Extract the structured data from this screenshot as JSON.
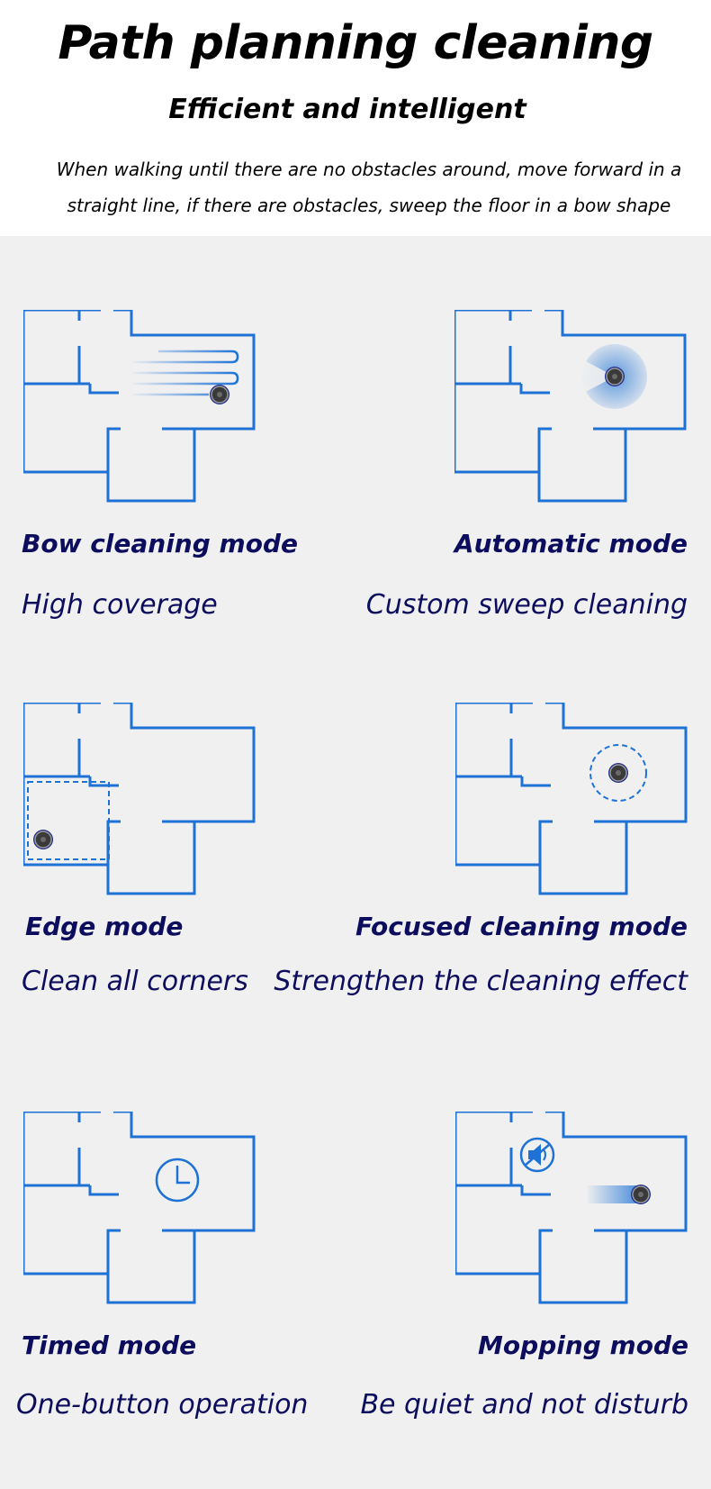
{
  "header": {
    "title": "Path planning cleaning",
    "subtitle": "Efficient and intelligent",
    "description": "When walking until there are no obstacles around, move forward in a straight line, if there are obstacles, sweep the floor in a bow shape"
  },
  "colors": {
    "wall": "#1e72d6",
    "title_text": "#0d0d5e",
    "panel_bg": "#f0f0f0"
  },
  "modes": [
    {
      "title": "Bow cleaning mode",
      "subtitle": "High coverage",
      "icon": "bow-path-icon"
    },
    {
      "title": "Automatic mode",
      "subtitle": "Custom sweep cleaning",
      "icon": "radar-icon"
    },
    {
      "title": "Edge mode",
      "subtitle": "Clean all corners",
      "icon": "edge-path-icon"
    },
    {
      "title": "Focused cleaning mode",
      "subtitle": "Strengthen the cleaning effect",
      "icon": "spot-circle-icon"
    },
    {
      "title": "Timed mode",
      "subtitle": "One-button operation",
      "icon": "clock-icon"
    },
    {
      "title": "Mopping mode",
      "subtitle": "Be quiet and not disturb",
      "icon": "mute-speaker-icon"
    }
  ]
}
